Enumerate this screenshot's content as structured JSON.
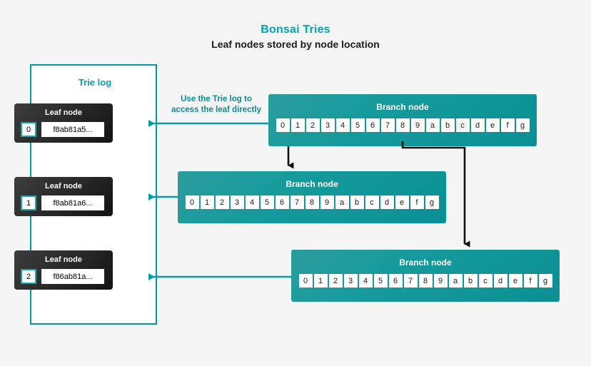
{
  "header": {
    "title": "Bonsai Tries",
    "subtitle": "Leaf nodes stored by node location"
  },
  "colors": {
    "accent_teal": "#00a4ad",
    "branch_teal": "#139a9d",
    "arrow_teal": "#0a9ba2",
    "arrow_black": "#111111",
    "leaf_dark": "#2b2b2b",
    "page_background": "#f5f5f5"
  },
  "trie_log": {
    "title": "Trie log",
    "leaf_nodes": [
      {
        "label": "Leaf node",
        "index": "0",
        "hash": "f8ab81a5..."
      },
      {
        "label": "Leaf node",
        "index": "1",
        "hash": "f8ab81a6..."
      },
      {
        "label": "Leaf node",
        "index": "2",
        "hash": "f86ab81a..."
      }
    ]
  },
  "annotation": {
    "line1": "Use the Trie log to",
    "line2": "access the leaf directly"
  },
  "branch_nodes": [
    {
      "label": "Branch node",
      "cells": [
        "0",
        "1",
        "2",
        "3",
        "4",
        "5",
        "6",
        "7",
        "8",
        "9",
        "a",
        "b",
        "c",
        "d",
        "e",
        "f",
        "g"
      ]
    },
    {
      "label": "Branch node",
      "cells": [
        "0",
        "1",
        "2",
        "3",
        "4",
        "5",
        "6",
        "7",
        "8",
        "9",
        "a",
        "b",
        "c",
        "d",
        "e",
        "f",
        "g"
      ]
    },
    {
      "label": "Branch node",
      "cells": [
        "0",
        "1",
        "2",
        "3",
        "4",
        "5",
        "6",
        "7",
        "8",
        "9",
        "a",
        "b",
        "c",
        "d",
        "e",
        "f",
        "g"
      ]
    }
  ]
}
